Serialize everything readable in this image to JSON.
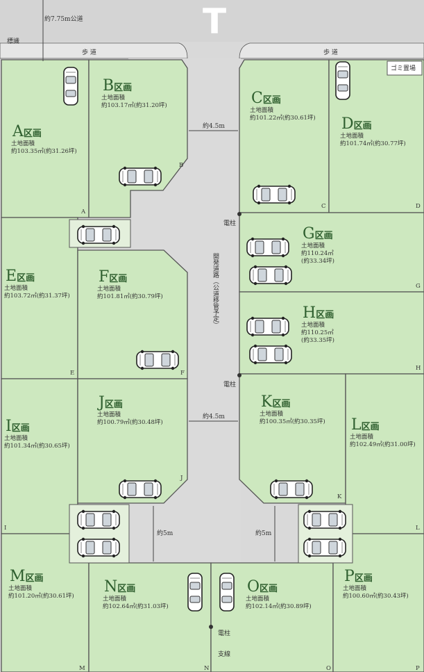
{
  "map": {
    "top_road": "約7.75m公道",
    "marker": "標識",
    "sidewalk": "歩 道",
    "garbage": "ゴミ置場",
    "new_road": "開発道路（公道移管予定）",
    "pole": "電柱",
    "branch": "支線",
    "north_symbol": "T"
  },
  "widths": {
    "upper": "約4.5m",
    "middle": "約4.5m",
    "left_lower": "約5m",
    "right_lower": "約5m"
  },
  "lots": [
    {
      "id": "A",
      "suffix": "区画",
      "area_label": "土地面積",
      "area": "約103.35㎡(約31.26坪)"
    },
    {
      "id": "B",
      "suffix": "区画",
      "area_label": "土地面積",
      "area": "約103.17㎡(約31.20坪)"
    },
    {
      "id": "C",
      "suffix": "区画",
      "area_label": "土地面積",
      "area": "約101.22㎡(約30.61坪)"
    },
    {
      "id": "D",
      "suffix": "区画",
      "area_label": "土地面積",
      "area": "約101.74㎡(約30.77坪)"
    },
    {
      "id": "E",
      "suffix": "区画",
      "area_label": "土地面積",
      "area": "約103.72㎡(約31.37坪)"
    },
    {
      "id": "F",
      "suffix": "区画",
      "area_label": "土地面積",
      "area": "約101.81㎡(約30.79坪)"
    },
    {
      "id": "G",
      "suffix": "区画",
      "area_label": "土地面積",
      "area": "約110.24㎡",
      "area2": "(約33.34坪)"
    },
    {
      "id": "H",
      "suffix": "区画",
      "area_label": "土地面積",
      "area": "約110.25㎡",
      "area2": "(約33.35坪)"
    },
    {
      "id": "I",
      "suffix": "区画",
      "area_label": "土地面積",
      "area": "約101.34㎡(約30.65坪)"
    },
    {
      "id": "J",
      "suffix": "区画",
      "area_label": "土地面積",
      "area": "約100.79㎡(約30.48坪)"
    },
    {
      "id": "K",
      "suffix": "区画",
      "area_label": "土地面積",
      "area": "約100.35㎡(約30.35坪)"
    },
    {
      "id": "L",
      "suffix": "区画",
      "area_label": "土地面積",
      "area": "約102.49㎡(約31.00坪)"
    },
    {
      "id": "M",
      "suffix": "区画",
      "area_label": "土地面積",
      "area": "約101.20㎡(約30.61坪)"
    },
    {
      "id": "N",
      "suffix": "区画",
      "area_label": "土地面積",
      "area": "約102.64㎡(約31.03坪)"
    },
    {
      "id": "O",
      "suffix": "区画",
      "area_label": "土地面積",
      "area": "約102.14㎡(約30.89坪)"
    },
    {
      "id": "P",
      "suffix": "区画",
      "area_label": "土地面積",
      "area": "約100.60㎡(約30.43坪)"
    }
  ],
  "corners": [
    "A",
    "B",
    "C",
    "D",
    "E",
    "F",
    "G",
    "H",
    "I",
    "J",
    "K",
    "L",
    "M",
    "N",
    "O",
    "P"
  ],
  "colors": {
    "lot_fill": "#cde8bf",
    "road": "#d6d6d6",
    "boundary": "#555555",
    "lot_title": "#2f5f2f"
  }
}
